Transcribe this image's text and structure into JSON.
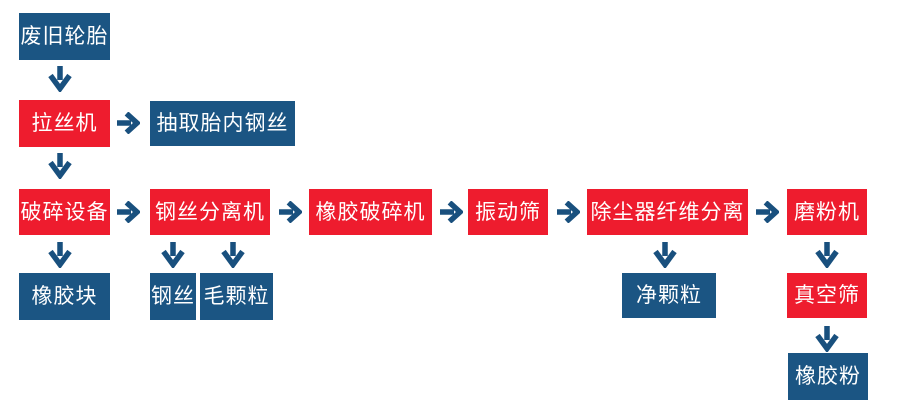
{
  "diagram": {
    "type": "flowchart",
    "language": "zh-CN",
    "subject": "waste tire recycling process",
    "colors": {
      "process_red": "#ee1c2e",
      "output_blue": "#1b5583",
      "arrow_blue": "#19507e",
      "text": "#ffffff",
      "background": "#ffffff"
    },
    "nodes": [
      {
        "id": "waste-tires",
        "label": "废旧轮胎",
        "color": "blue"
      },
      {
        "id": "wire-drawing-machine",
        "label": "拉丝机",
        "color": "red"
      },
      {
        "id": "extract-tire-steel-wire",
        "label": "抽取胎内钢丝",
        "color": "blue"
      },
      {
        "id": "crushing-equipment",
        "label": "破碎设备",
        "color": "red"
      },
      {
        "id": "steel-wire-separator",
        "label": "钢丝分离机",
        "color": "red"
      },
      {
        "id": "rubber-crusher",
        "label": "橡胶破碎机",
        "color": "red"
      },
      {
        "id": "vibrating-screen",
        "label": "振动筛",
        "color": "red"
      },
      {
        "id": "dust-collector-fiber-separation",
        "label": "除尘器纤维分离",
        "color": "red"
      },
      {
        "id": "grinding-mill",
        "label": "磨粉机",
        "color": "red"
      },
      {
        "id": "rubber-blocks",
        "label": "橡胶块",
        "color": "blue"
      },
      {
        "id": "steel-wire",
        "label": "钢丝",
        "color": "blue"
      },
      {
        "id": "rough-granules",
        "label": "毛颗粒",
        "color": "blue"
      },
      {
        "id": "clean-granules",
        "label": "净颗粒",
        "color": "blue"
      },
      {
        "id": "vacuum-screen",
        "label": "真空筛",
        "color": "red"
      },
      {
        "id": "rubber-powder",
        "label": "橡胶粉",
        "color": "blue"
      }
    ],
    "edges": [
      {
        "from": "waste-tires",
        "to": "wire-drawing-machine",
        "direction": "down"
      },
      {
        "from": "wire-drawing-machine",
        "to": "extract-tire-steel-wire",
        "direction": "right"
      },
      {
        "from": "wire-drawing-machine",
        "to": "crushing-equipment",
        "direction": "down"
      },
      {
        "from": "crushing-equipment",
        "to": "steel-wire-separator",
        "direction": "right"
      },
      {
        "from": "crushing-equipment",
        "to": "rubber-blocks",
        "direction": "down"
      },
      {
        "from": "steel-wire-separator",
        "to": "rubber-crusher",
        "direction": "right"
      },
      {
        "from": "steel-wire-separator",
        "to": "steel-wire",
        "direction": "down"
      },
      {
        "from": "steel-wire-separator",
        "to": "rough-granules",
        "direction": "down"
      },
      {
        "from": "rubber-crusher",
        "to": "vibrating-screen",
        "direction": "right"
      },
      {
        "from": "vibrating-screen",
        "to": "dust-collector-fiber-separation",
        "direction": "right"
      },
      {
        "from": "dust-collector-fiber-separation",
        "to": "grinding-mill",
        "direction": "right"
      },
      {
        "from": "dust-collector-fiber-separation",
        "to": "clean-granules",
        "direction": "down"
      },
      {
        "from": "grinding-mill",
        "to": "vacuum-screen",
        "direction": "down"
      },
      {
        "from": "vacuum-screen",
        "to": "rubber-powder",
        "direction": "down"
      }
    ]
  }
}
